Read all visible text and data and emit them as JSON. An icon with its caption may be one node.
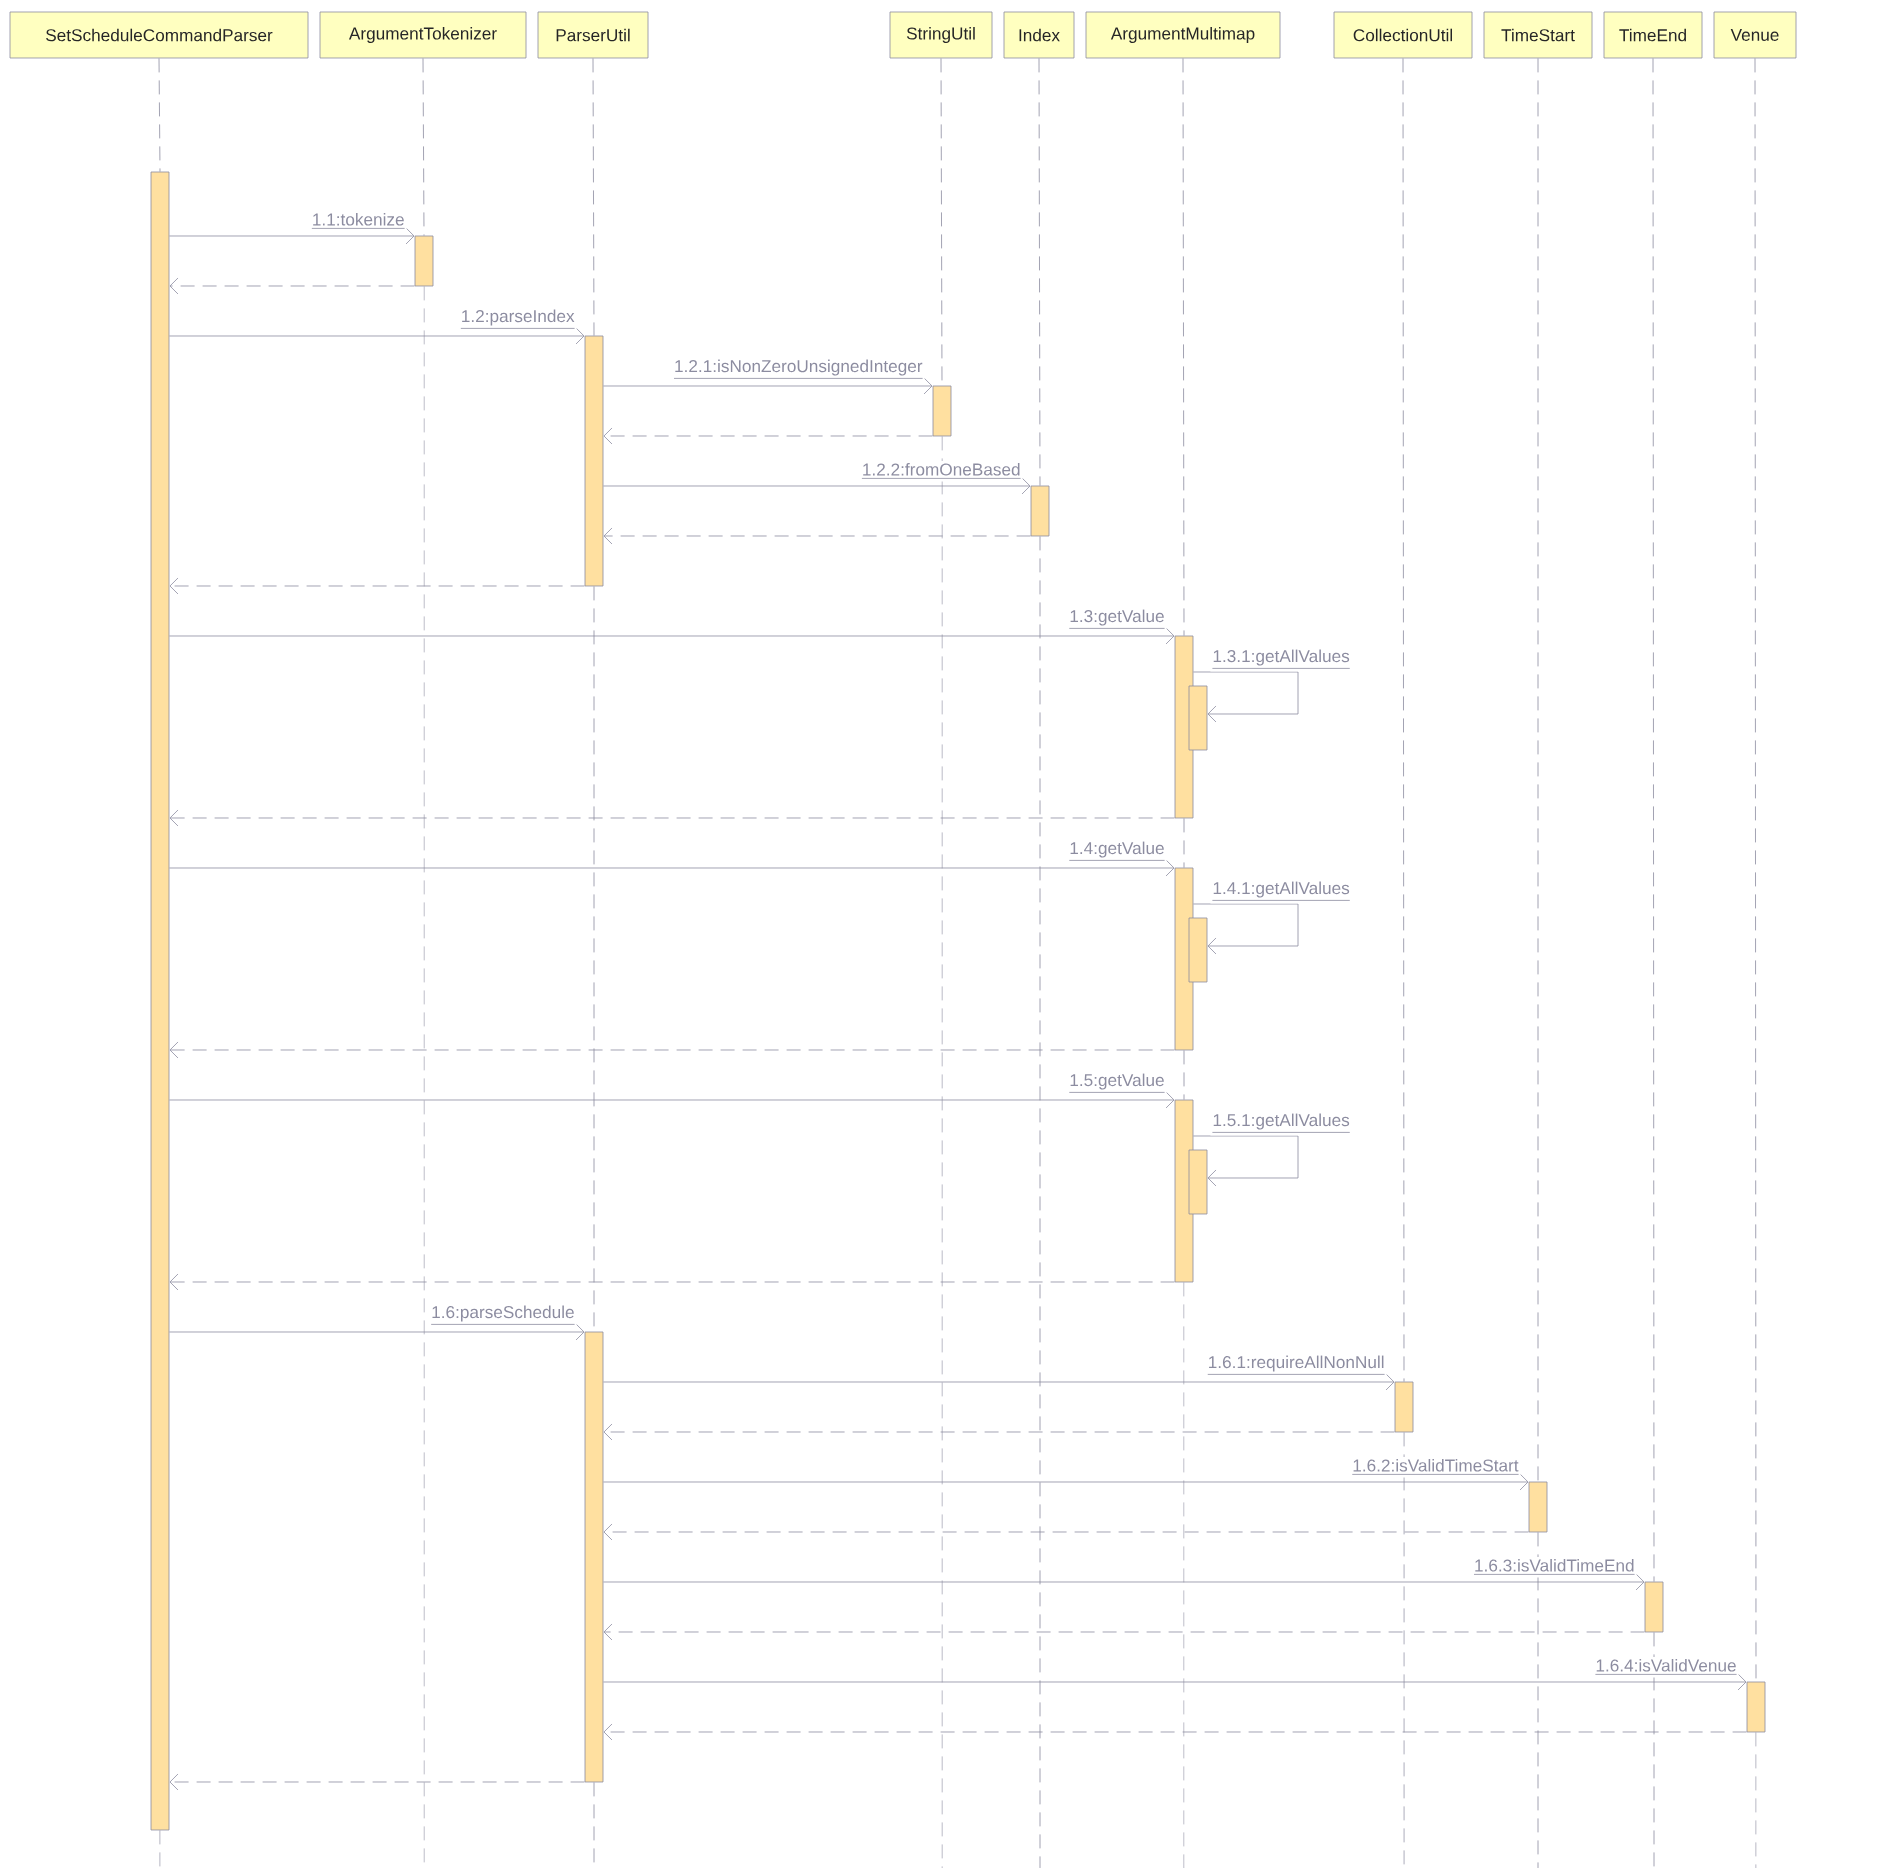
{
  "diagram": {
    "nodes": [
      {
        "text": [
          "SetScheduleCommandParser"
        ]
      },
      {
        "text": [
          "ArgumentTokenizer"
        ]
      },
      {
        "text": [
          "ParserUtil"
        ]
      },
      {
        "text": [
          "StringUtil"
        ]
      },
      {
        "text": [
          "Index"
        ]
      },
      {
        "text": [
          "ArgumentMultimap"
        ]
      },
      {
        "text": [
          "CollectionUtil"
        ]
      },
      {
        "text": [
          "TimeStart"
        ]
      },
      {
        "text": [
          "TimeEnd"
        ]
      },
      {
        "text": [
          "Venue"
        ]
      },
      {
        "text": [],
        "shape": "bar"
      },
      {
        "text": [],
        "shape": "bar"
      },
      {
        "text": [],
        "shape": "bar"
      },
      {
        "text": [],
        "shape": "bar"
      },
      {
        "text": [],
        "shape": "bar"
      },
      {
        "text": [],
        "shape": "bar"
      },
      {
        "text": [],
        "shape": "bar"
      },
      {
        "text": [],
        "shape": "bar"
      },
      {
        "text": [],
        "shape": "bar"
      },
      {
        "text": [],
        "shape": "bar"
      },
      {
        "text": [],
        "shape": "bar"
      },
      {
        "text": [],
        "shape": "bar"
      },
      {
        "text": [],
        "shape": "bar"
      },
      {
        "text": [],
        "shape": "bar"
      },
      {
        "text": [],
        "shape": "bar"
      },
      {
        "text": [],
        "shape": "bar"
      }
    ],
    "edges": [
      {
        "from": 10,
        "to": 11,
        "arrow": "to",
        "label": "1.1:tokenize"
      },
      {
        "from": 11,
        "to": 10,
        "arrow": "to",
        "style": "dashed"
      },
      {
        "from": 10,
        "to": 12,
        "arrow": "to",
        "label": "1.2:parseIndex"
      },
      {
        "from": 12,
        "to": 13,
        "arrow": "to",
        "label": "1.2.1:isNonZeroUnsignedInteger"
      },
      {
        "from": 13,
        "to": 12,
        "arrow": "to",
        "style": "dashed"
      },
      {
        "from": 12,
        "to": 14,
        "arrow": "to",
        "label": "1.2.2:fromOneBased"
      },
      {
        "from": 14,
        "to": 12,
        "arrow": "to",
        "style": "dashed"
      },
      {
        "from": 12,
        "to": 10,
        "arrow": "to",
        "style": "dashed"
      },
      {
        "from": 10,
        "to": 15,
        "arrow": "to",
        "label": "1.3:getValue"
      },
      {
        "from": 15,
        "to": 15,
        "arrow": "to",
        "label": "1.3.1:getAllValues"
      },
      {
        "from": 15,
        "to": 10,
        "arrow": "to",
        "style": "dashed"
      },
      {
        "from": 10,
        "to": 17,
        "arrow": "to",
        "label": "1.4:getValue"
      },
      {
        "from": 17,
        "to": 17,
        "arrow": "to",
        "label": "1.4.1:getAllValues"
      },
      {
        "from": 17,
        "to": 10,
        "arrow": "to",
        "style": "dashed"
      },
      {
        "from": 10,
        "to": 19,
        "arrow": "to",
        "label": "1.5:getValue"
      },
      {
        "from": 19,
        "to": 19,
        "arrow": "to",
        "label": "1.5.1:getAllValues"
      },
      {
        "from": 19,
        "to": 10,
        "arrow": "to",
        "style": "dashed"
      },
      {
        "from": 10,
        "to": 21,
        "arrow": "to",
        "label": "1.6:parseSchedule"
      },
      {
        "from": 21,
        "to": 22,
        "arrow": "to",
        "label": "1.6.1:requireAllNonNull"
      },
      {
        "from": 22,
        "to": 21,
        "arrow": "to",
        "style": "dashed"
      },
      {
        "from": 21,
        "to": 23,
        "arrow": "to",
        "label": "1.6.2:isValidTimeStart"
      },
      {
        "from": 23,
        "to": 21,
        "arrow": "to",
        "style": "dashed"
      },
      {
        "from": 21,
        "to": 24,
        "arrow": "to",
        "label": "1.6.3:isValidTimeEnd"
      },
      {
        "from": 24,
        "to": 21,
        "arrow": "to",
        "style": "dashed"
      },
      {
        "from": 21,
        "to": 25,
        "arrow": "to",
        "label": "1.6.4:isValidVenue"
      },
      {
        "from": 25,
        "to": 21,
        "arrow": "to",
        "style": "dashed"
      },
      {
        "from": 21,
        "to": 10,
        "arrow": "to",
        "style": "dashed"
      },
      {
        "from": 0,
        "to": 10,
        "arrow": "none",
        "style": "dashed"
      },
      {
        "from": 10,
        "to": null,
        "arrow": "none",
        "style": "dashed"
      },
      {
        "from": 1,
        "to": 11,
        "arrow": "none",
        "style": "dashed"
      },
      {
        "from": 11,
        "to": null,
        "arrow": "none",
        "style": "dashed"
      },
      {
        "from": 2,
        "to": 12,
        "arrow": "none",
        "style": "dashed"
      },
      {
        "from": 12,
        "to": 21,
        "arrow": "none",
        "style": "dashed"
      },
      {
        "from": 21,
        "to": null,
        "arrow": "none",
        "style": "dashed"
      },
      {
        "from": 3,
        "to": 13,
        "arrow": "none",
        "style": "dashed"
      },
      {
        "from": 13,
        "to": null,
        "arrow": "none",
        "style": "dashed"
      },
      {
        "from": 4,
        "to": 14,
        "arrow": "none",
        "style": "dashed"
      },
      {
        "from": 14,
        "to": null,
        "arrow": "none",
        "style": "dashed"
      },
      {
        "from": 5,
        "to": 15,
        "arrow": "none",
        "style": "dashed"
      },
      {
        "from": 15,
        "to": 17,
        "arrow": "none",
        "style": "dashed"
      },
      {
        "from": 17,
        "to": 19,
        "arrow": "none",
        "style": "dashed"
      },
      {
        "from": 19,
        "to": null,
        "arrow": "none",
        "style": "dashed"
      },
      {
        "from": 6,
        "to": 22,
        "arrow": "none",
        "style": "dashed"
      },
      {
        "from": 22,
        "to": null,
        "arrow": "none",
        "style": "dashed"
      },
      {
        "from": 7,
        "to": 23,
        "arrow": "none",
        "style": "dashed"
      },
      {
        "from": 23,
        "to": null,
        "arrow": "none",
        "style": "dashed"
      },
      {
        "from": 8,
        "to": 24,
        "arrow": "none",
        "style": "dashed"
      },
      {
        "from": 24,
        "to": null,
        "arrow": "none",
        "style": "dashed"
      },
      {
        "from": 9,
        "to": 25,
        "arrow": "none",
        "style": "dashed"
      },
      {
        "from": 25,
        "to": null,
        "arrow": "none",
        "style": "dashed"
      }
    ]
  }
}
